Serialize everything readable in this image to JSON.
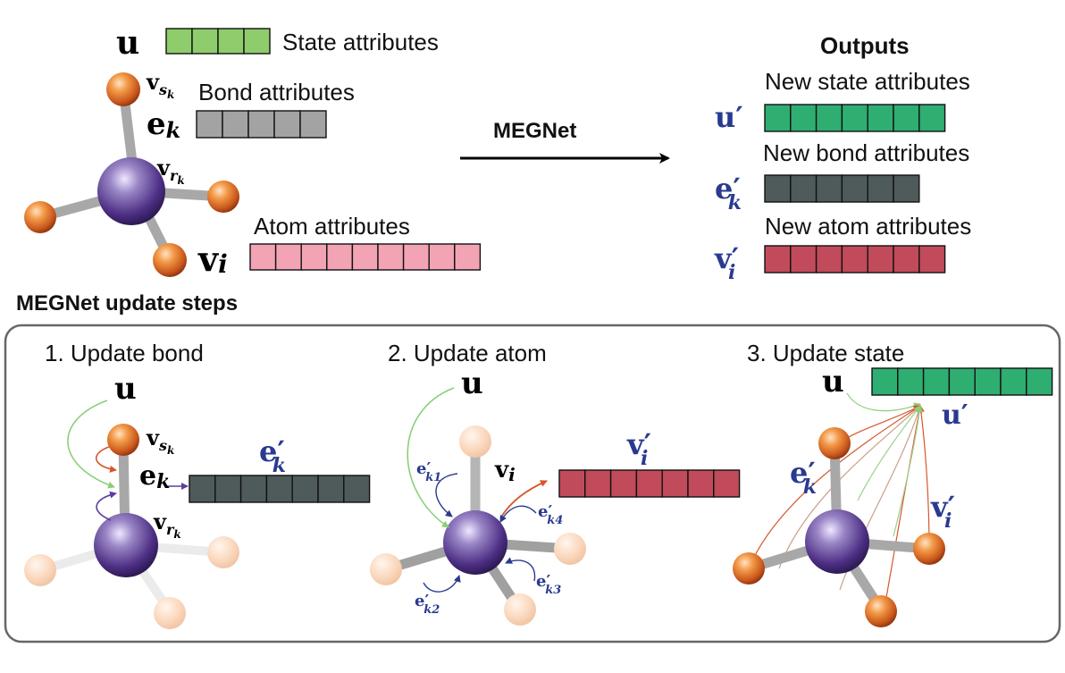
{
  "top": {
    "state_symbol": "u",
    "state_label": "State attributes",
    "bond_label": "Bond attributes",
    "atom_label": "Atom attributes",
    "vs_symbol": "v",
    "vs_sub": "s",
    "vs_subsub": "k",
    "ek_symbol": "e",
    "ek_sub": "k",
    "vr_symbol": "v",
    "vr_sub": "r",
    "vr_subsub": "k",
    "vi_symbol": "v",
    "vi_sub": "i",
    "arrow_label": "MEGNet"
  },
  "outputs": {
    "title": "Outputs",
    "new_state_label": "New state attributes",
    "new_bond_label": "New bond attributes",
    "new_atom_label": "New atom attributes",
    "u_prime": "u′",
    "e_prime": "e′",
    "e_sub": "k",
    "v_prime": "v′",
    "v_sub": "i"
  },
  "steps": {
    "title": "MEGNet update steps",
    "step1": {
      "title": "1. Update bond",
      "u": "u",
      "vs": "v",
      "vs_sub": "s",
      "vs_subsub": "k",
      "ek": "e",
      "ek_sub": "k",
      "vr": "v",
      "vr_sub": "r",
      "vr_subsub": "k",
      "ek_prime": "e′",
      "ek_prime_sub": "k"
    },
    "step2": {
      "title": "2. Update atom",
      "u": "u",
      "vi": "v",
      "vi_sub": "i",
      "vi_prime": "v′",
      "vi_prime_sub": "i",
      "ek1": "e′",
      "ek1_sub": "k1",
      "ek2": "e′",
      "ek2_sub": "k2",
      "ek3": "e′",
      "ek3_sub": "k3",
      "ek4": "e′",
      "ek4_sub": "k4"
    },
    "step3": {
      "title": "3. Update state",
      "u": "u",
      "u_prime": "u′",
      "ek_prime": "e′",
      "ek_prime_sub": "k",
      "vi_prime": "v′",
      "vi_prime_sub": "i"
    }
  },
  "colors": {
    "state": "#8fcc6b",
    "bond": "#a3a3a3",
    "atom": "#f2a4b4",
    "new_state": "#2fae72",
    "new_bond": "#4f5b5a",
    "new_atom": "#c14b5a",
    "math_blue": "#2a3a8f",
    "arrow_green": "#8ccf7a",
    "arrow_orange": "#d6572b",
    "arrow_purple": "#5b3f9e"
  }
}
